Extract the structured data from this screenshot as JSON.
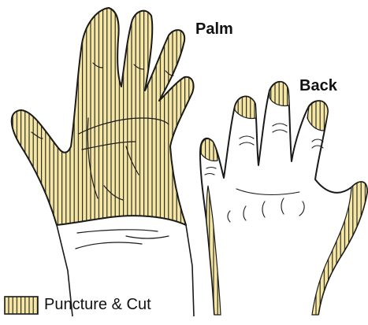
{
  "labels": {
    "palm": "Palm",
    "back": "Back"
  },
  "legend": {
    "text": "Puncture & Cut"
  },
  "colors": {
    "fill": "#F5E7A3",
    "stripe": "#1E1E1E",
    "outline": "#1A1A1A"
  }
}
